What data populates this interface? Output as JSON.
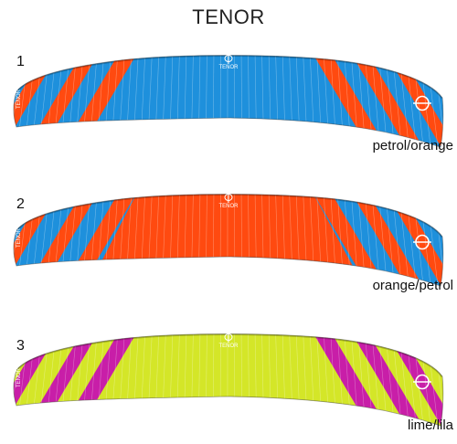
{
  "title": "TENOR",
  "variants": [
    {
      "number": "1",
      "caption": "petrol/orange",
      "brand": "TENOR",
      "colors": {
        "base": "#1e90dc",
        "stripe": "#ff4a10"
      },
      "center_panel": "base"
    },
    {
      "number": "2",
      "caption": "orange/petrol",
      "brand": "TENOR",
      "colors": {
        "base": "#1e90dc",
        "stripe": "#ff4a10"
      },
      "center_panel": "stripe"
    },
    {
      "number": "3",
      "caption": "lime/lila",
      "brand": "TENOR",
      "colors": {
        "base": "#d4e628",
        "stripe": "#c81ea8"
      },
      "center_panel": "base"
    }
  ],
  "logo_icon": "phi-logo-icon",
  "tip_text": "TENOR"
}
